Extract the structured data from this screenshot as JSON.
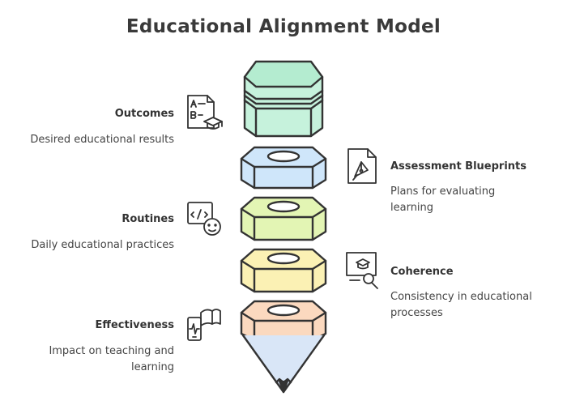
{
  "title": "Educational Alignment Model",
  "layers": [
    {
      "label": "Outcomes",
      "description": "Desired educational results",
      "side": "left",
      "color": "#c6f2dc",
      "icon": "checklist-graduation-icon"
    },
    {
      "label": "Assessment Blueprints",
      "description": "Plans for evaluating learning",
      "side": "right",
      "color": "#cfe6fa",
      "icon": "document-pen-icon"
    },
    {
      "label": "Routines",
      "description": "Daily educational practices",
      "side": "left",
      "color": "#e3f5b4",
      "icon": "code-window-user-icon"
    },
    {
      "label": "Coherence",
      "description": "Consistency in educational processes",
      "side": "right",
      "color": "#fbf1b4",
      "icon": "presentation-search-icon"
    },
    {
      "label": "Effectiveness",
      "description": "Impact on teaching and learning",
      "side": "left",
      "color": "#fbd9bf",
      "icon": "phone-book-icon"
    }
  ],
  "tip_color": "#d9e6f7"
}
